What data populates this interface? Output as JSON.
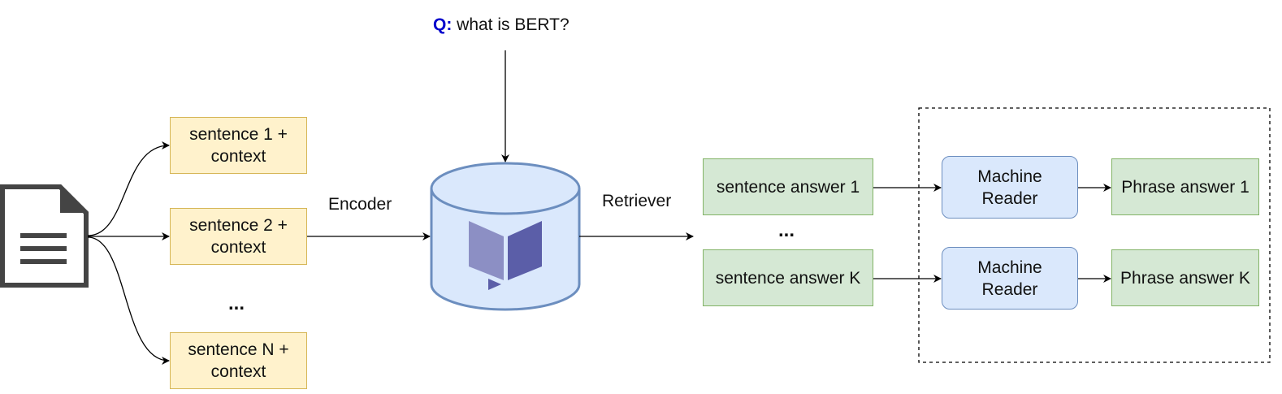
{
  "question": {
    "prefix": "Q:",
    "text": " what is BERT?"
  },
  "sentences": [
    {
      "line1": "sentence 1 +",
      "line2": "context"
    },
    {
      "line1": "sentence 2 +",
      "line2": "context"
    },
    {
      "line1": "sentence N +",
      "line2": "context"
    }
  ],
  "sentence_ellipsis": "...",
  "encoder_label": "Encoder",
  "retriever_label": "Retriever",
  "sentence_answers": [
    "sentence answer 1",
    "sentence answer K"
  ],
  "answer_ellipsis": "...",
  "readers": [
    {
      "line1": "Machine",
      "line2": "Reader"
    },
    {
      "line1": "Machine",
      "line2": "Reader"
    }
  ],
  "phrase_answers": [
    "Phrase answer 1",
    "Phrase answer K"
  ],
  "icons": {
    "document": "document-icon",
    "database": "database-icon",
    "logo": "open-book-logo"
  },
  "colors": {
    "question_prefix": "#0000cc",
    "sentence_fill": "#fff2cc",
    "sentence_stroke": "#d6b656",
    "answer_fill": "#d5e8d4",
    "answer_stroke": "#82b366",
    "reader_fill": "#dae8fc",
    "reader_stroke": "#6c8ebf"
  }
}
